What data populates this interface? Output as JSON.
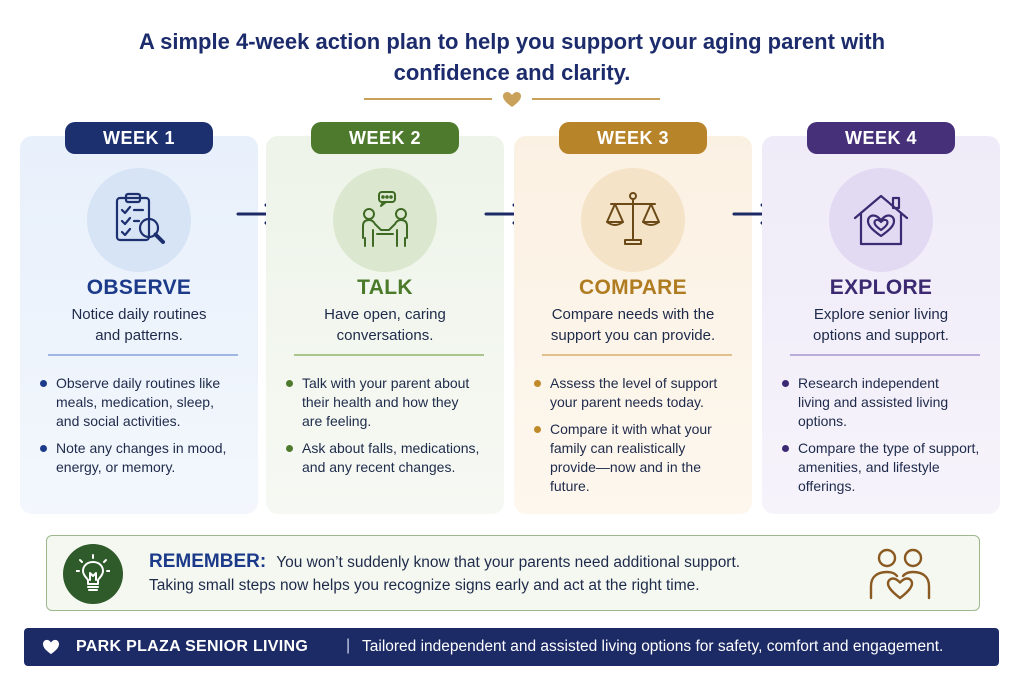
{
  "title_line1": "A simple 4-week action plan to help you support your aging parent with",
  "title_line2": "confidence and clarity.",
  "divider_icon": "heart-icon",
  "weeks": [
    {
      "label": "WEEK 1",
      "icon": "clipboard-magnifier-icon",
      "title": "OBSERVE",
      "sub_line1": "Notice daily routines",
      "sub_line2": "and patterns.",
      "bullets": [
        [
          "Observe daily routines like",
          "meals, medication, sleep,",
          "and social activities."
        ],
        [
          "Note any changes in mood,",
          "energy, or memory."
        ]
      ]
    },
    {
      "label": "WEEK 2",
      "icon": "two-people-talking-icon",
      "title": "TALK",
      "sub_line1": "Have open, caring",
      "sub_line2": "conversations.",
      "bullets": [
        [
          "Talk with your parent about",
          "their health and how they",
          "are feeling."
        ],
        [
          "Ask about falls, medications,",
          "and any recent changes."
        ]
      ]
    },
    {
      "label": "WEEK 3",
      "icon": "balance-scale-icon",
      "title": "COMPARE",
      "sub_line1": "Compare needs with the",
      "sub_line2": "support you can provide.",
      "bullets": [
        [
          "Assess the level of support",
          "your parent needs today."
        ],
        [
          "Compare it with what your",
          "family can realistically",
          "provide—now and in the",
          "future."
        ]
      ]
    },
    {
      "label": "WEEK 4",
      "icon": "house-heart-icon",
      "title": "EXPLORE",
      "sub_line1": "Explore senior living",
      "sub_line2": "options and support.",
      "bullets": [
        [
          "Research independent",
          "living and assisted living",
          "options."
        ],
        [
          "Compare the type of support,",
          "amenities, and lifestyle",
          "offerings."
        ]
      ]
    }
  ],
  "remember": {
    "label": "REMEMBER:",
    "line1": "You won’t suddenly know that your parents need additional support.",
    "line2": "Taking small steps now helps you recognize signs early and act at the right time.",
    "icon_left": "lightbulb-icon",
    "icon_right": "family-heart-icon"
  },
  "footer": {
    "brand": "PARK PLAZA SENIOR LIVING",
    "separator": "|",
    "tagline": "Tailored independent and assisted living options for safety, comfort and engagement."
  },
  "colors": {
    "navy": "#1c2f6e",
    "green": "#4e7a2e",
    "gold": "#b8842a",
    "purple": "#47307a"
  }
}
